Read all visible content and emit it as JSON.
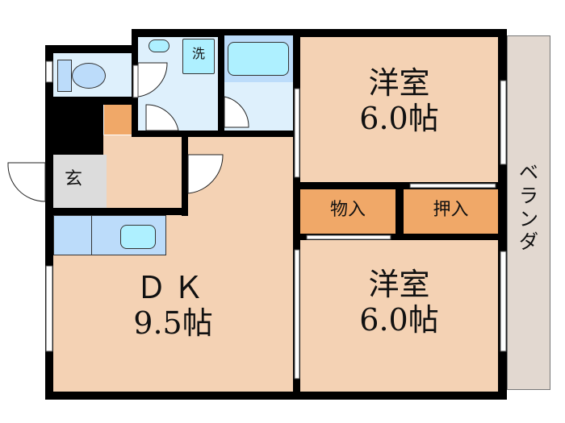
{
  "floor_plan": {
    "rooms": {
      "western_room_1": {
        "name": "洋室",
        "size": "6.0帖"
      },
      "western_room_2": {
        "name": "洋室",
        "size": "6.0帖"
      },
      "dining_kitchen": {
        "name": "ＤＫ",
        "size": "9.5帖"
      },
      "storage": {
        "name": "物入"
      },
      "closet": {
        "name": "押入"
      },
      "entrance": {
        "name": "玄"
      },
      "washer": {
        "name": "洗"
      },
      "veranda": {
        "name": "ベランダ"
      }
    },
    "colors": {
      "wood_floor": "#f4d2b4",
      "wet_area": "#def0fc",
      "closet": "#f0a868",
      "entrance": "#dcdcdc",
      "veranda": "#e2d8d0",
      "fixture": "#bcdcfa",
      "fixture_highlight": "#aef0ff",
      "wall": "#000000"
    }
  }
}
